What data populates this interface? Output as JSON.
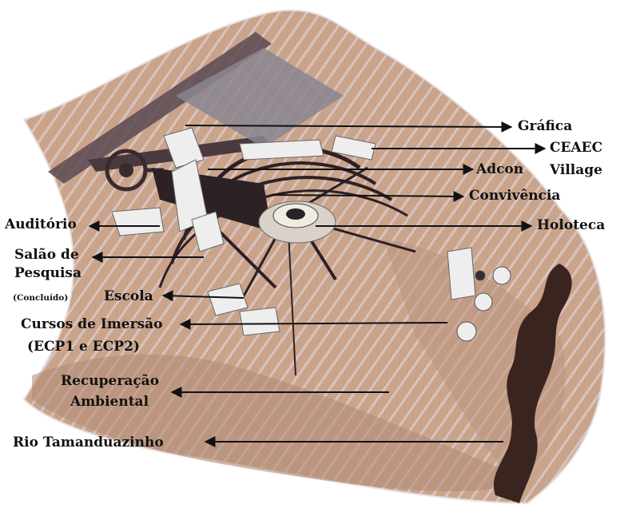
{
  "labels": {
    "grafica": "Gráfica",
    "ceaec": "CEAEC",
    "village": "Village",
    "adcon": "Adcon",
    "convivencia": "Convivência",
    "auditorio": "Auditório",
    "holoteca": "Holoteca",
    "salao_line1": "Salão de",
    "salao_line2": "Pesquisa",
    "salao_note": "(Concluído)",
    "escola": "Escola",
    "cursos_line1": "Cursos de Imersão",
    "cursos_line2": "(ECP1 e ECP2)",
    "recuperacao_line1": "Recuperação",
    "recuperacao_line2": "Ambiental",
    "rio": "Rio Tamanduazinho"
  },
  "colors": {
    "terrain": "#c9a48a",
    "terrain_dark": "#a07a62",
    "road": "#4a3a3e",
    "building": "#eeeeee",
    "river": "#3a2420",
    "arrow": "#111111"
  }
}
